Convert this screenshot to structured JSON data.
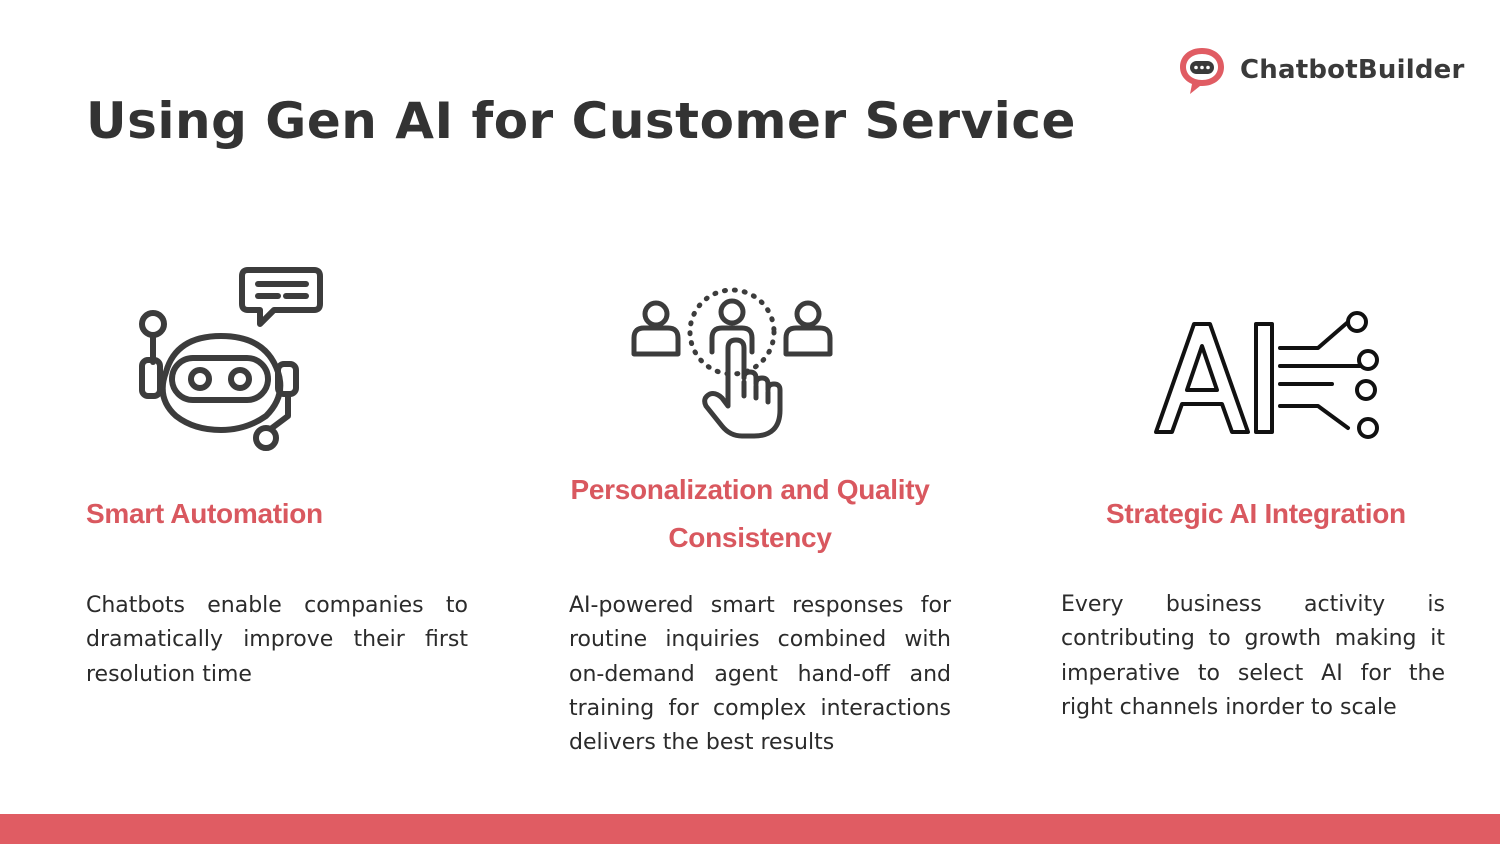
{
  "brand": {
    "name": "ChatbotBuilder",
    "icon": "chat-bubble-logo-icon"
  },
  "title": "Using Gen AI for Customer Service",
  "colors": {
    "accent": "#d9585f",
    "text": "#2b2b2b",
    "icon_stroke": "#3c3c3c",
    "bar": "#e05c63"
  },
  "columns": [
    {
      "icon": "robot-chat-icon",
      "heading": "Smart Automation",
      "body": "Chatbots enable companies to dramatically improve their first resolution time"
    },
    {
      "icon": "personalization-touch-icon",
      "heading": "Personalization and Quality Consistency",
      "body": "AI-powered smart responses for routine inquiries combined with on-demand agent hand-off and training for complex interactions delivers the best results"
    },
    {
      "icon": "ai-circuit-icon",
      "icon_text": "AI",
      "heading": "Strategic AI Integration",
      "body": "Every business activity is contributing to growth making it imperative to select AI for the right channels inorder to scale"
    }
  ]
}
